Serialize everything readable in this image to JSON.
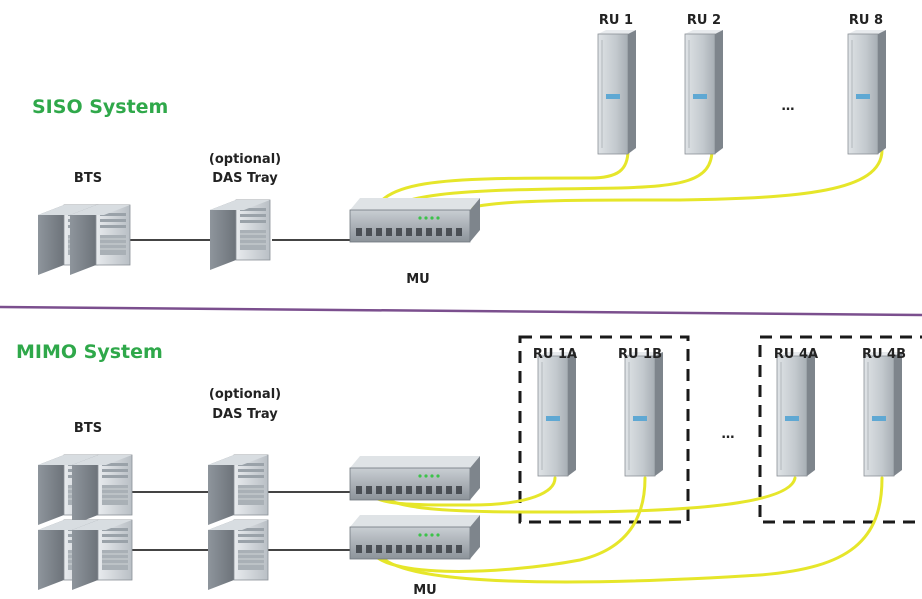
{
  "colors": {
    "section_title": "#2fa84a",
    "divider": "#7b4f8e",
    "fiber": "#e6e62a",
    "link": "#444444",
    "group_border": "#1a1a1a"
  },
  "siso": {
    "title": "SISO System",
    "bts_label": "BTS",
    "das_label_1": "(optional)",
    "das_label_2": "DAS Tray",
    "mu_label": "MU",
    "ru_labels": [
      "RU 1",
      "RU 2",
      "RU 8"
    ],
    "ellipsis": "…"
  },
  "mimo": {
    "title": "MIMO System",
    "bts_label": "BTS",
    "das_label_1": "(optional)",
    "das_label_2": "DAS Tray",
    "mu_label": "MU",
    "ru_labels": [
      "RU 1A",
      "RU 1B",
      "RU 4A",
      "RU 4B"
    ],
    "ellipsis": "…"
  },
  "icons": {
    "server": "server-tower-icon",
    "mu": "master-unit-rack-icon",
    "ru": "remote-unit-icon"
  }
}
